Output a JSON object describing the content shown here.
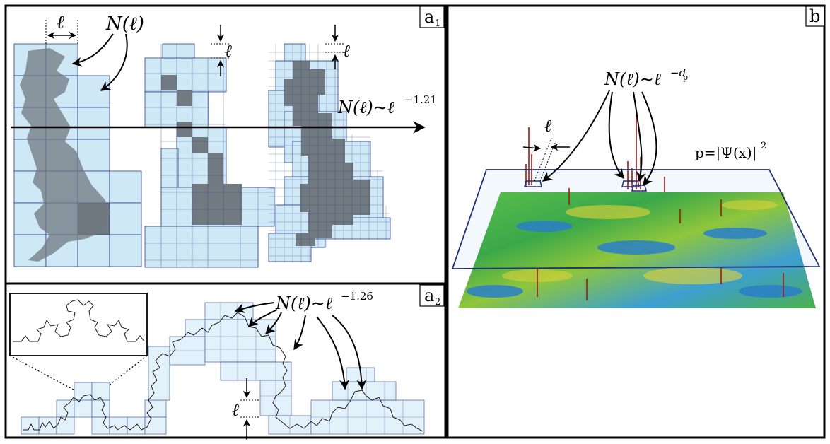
{
  "panels": {
    "a1": {
      "tag_letter": "a",
      "tag_sub": "1",
      "label_ell": "ℓ",
      "label_N": "N(ℓ)",
      "scaling_law_prefix": "N(ℓ)∼ℓ",
      "scaling_law_exponent": "−1.21"
    },
    "a2": {
      "tag_letter": "a",
      "tag_sub": "2",
      "label_ell": "ℓ",
      "scaling_law_prefix": "N(ℓ)∼ℓ",
      "scaling_law_exponent": "−1.26"
    },
    "b": {
      "tag_letter": "b",
      "label_ell": "ℓ",
      "scaling_law_prefix": "N(ℓ)∼ℓ",
      "scaling_law_exponent": "−d",
      "scaling_law_exponent_sub": "p",
      "threshold_label": "p=|Ψ(x)|",
      "threshold_sup": "2"
    }
  },
  "colors": {
    "box_fill": "#cfe8f5",
    "box_stroke": "#2b3f8a",
    "land": "#707a80",
    "plane_edge": "#1f2f78",
    "surface_green": "#3aa84a",
    "surface_yellow": "#e6d43a",
    "surface_blue": "#2a7fc8",
    "peak_red": "#a01a10"
  }
}
